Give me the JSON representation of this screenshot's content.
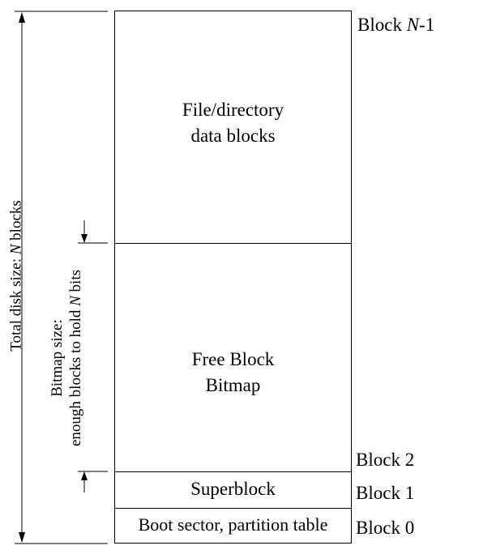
{
  "regions": {
    "data_blocks": {
      "line1": "File/directory",
      "line2": "data blocks"
    },
    "bitmap": {
      "line1": "Free Block",
      "line2": "Bitmap"
    },
    "superblock": {
      "label": "Superblock"
    },
    "boot_sector": {
      "label": "Boot sector, partition table"
    }
  },
  "block_labels": {
    "top_prefix": "Block ",
    "top_var": "N",
    "top_suffix": "-1",
    "block2": "Block 2",
    "block1": "Block 1",
    "block0": "Block 0"
  },
  "dimensions": {
    "total_prefix": "Total disk size: ",
    "total_var": "N",
    "total_suffix": " blocks",
    "bitmap_line1": "Bitmap size:",
    "bitmap_line2_prefix": "enough blocks to hold ",
    "bitmap_line2_var": "N",
    "bitmap_line2_suffix": " bits"
  }
}
